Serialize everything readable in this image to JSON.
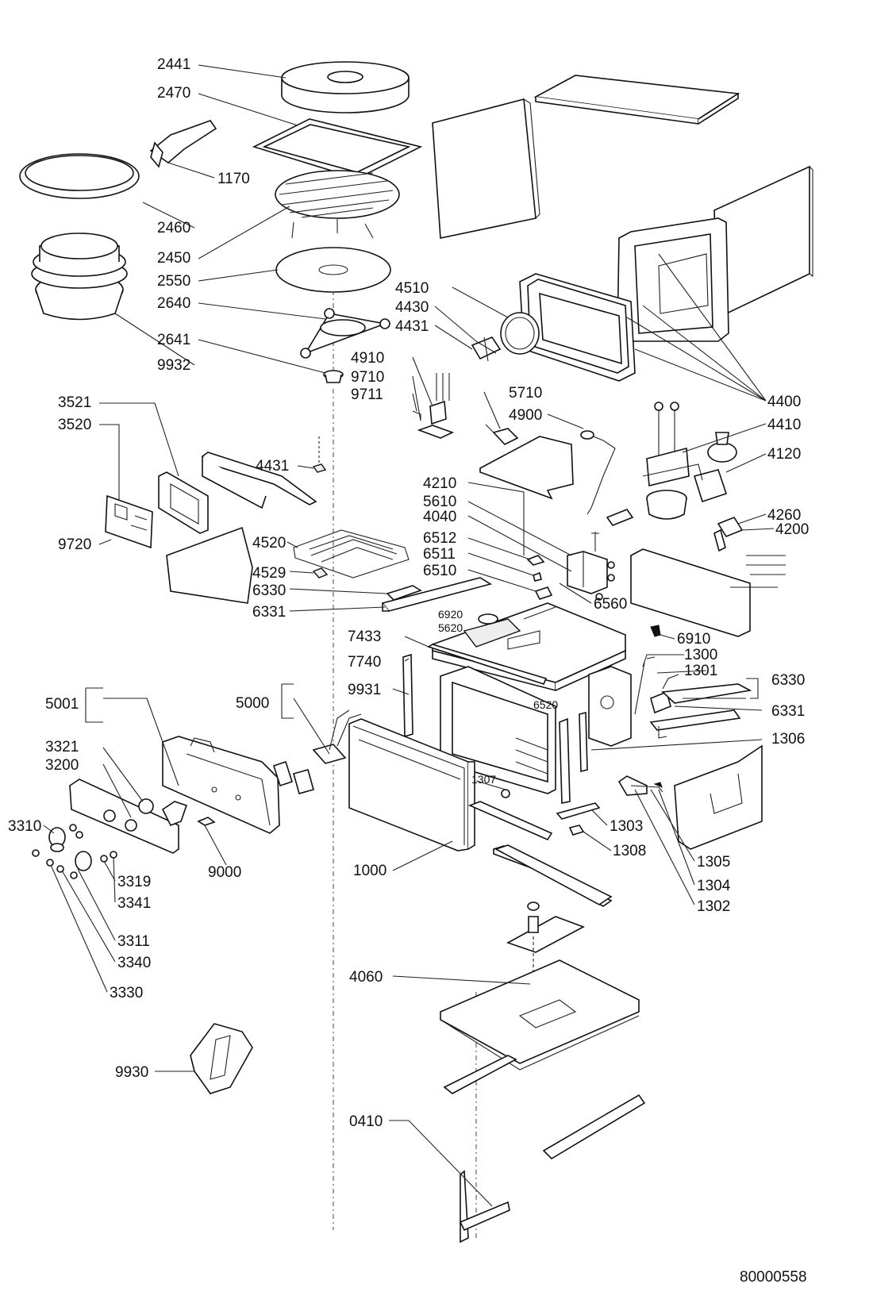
{
  "diagram": {
    "doc_ref": "80000558",
    "labels": {
      "p2441": "2441",
      "p2470": "2470",
      "p1170": "1170",
      "p2460": "2460",
      "p2450": "2450",
      "p2550": "2550",
      "p2640": "2640",
      "p9932": "9932",
      "p2641": "2641",
      "p4510": "4510",
      "p4430": "4430",
      "p4431a": "4431",
      "p4910": "4910",
      "p9710": "9710",
      "p9711": "9711",
      "p5710": "5710",
      "p4400": "4400",
      "p4900": "4900",
      "p4410": "4410",
      "p3521": "3521",
      "p3520": "3520",
      "p4431b": "4431",
      "p4120": "4120",
      "p4210": "4210",
      "p5610": "5610",
      "p4040": "4040",
      "p4260": "4260",
      "p4200": "4200",
      "p9720": "9720",
      "p4520": "4520",
      "p6512": "6512",
      "p6511": "6511",
      "p6510": "6510",
      "p4529": "4529",
      "p6330a": "6330",
      "p6331a": "6331",
      "p6560": "6560",
      "p6920": "6920",
      "p5620": "5620",
      "p7433": "7433",
      "p6910": "6910",
      "p1300": "1300",
      "p7740": "7740",
      "p1301": "1301",
      "p6330b": "6330",
      "p9931": "9931",
      "p6520": "6520",
      "p5001": "5001",
      "p5000": "5000",
      "p6331b": "6331",
      "p1306": "1306",
      "p3321": "3321",
      "p3200": "3200",
      "p1307": "1307",
      "p3310": "3310",
      "p1303": "1303",
      "p9000": "9000",
      "p1000": "1000",
      "p1308": "1308",
      "p3319": "3319",
      "p1305": "1305",
      "p3341": "3341",
      "p1304": "1304",
      "p1302": "1302",
      "p3311": "3311",
      "p3340": "3340",
      "p3330": "3330",
      "p4060": "4060",
      "p9930": "9930",
      "p0410": "0410"
    }
  }
}
